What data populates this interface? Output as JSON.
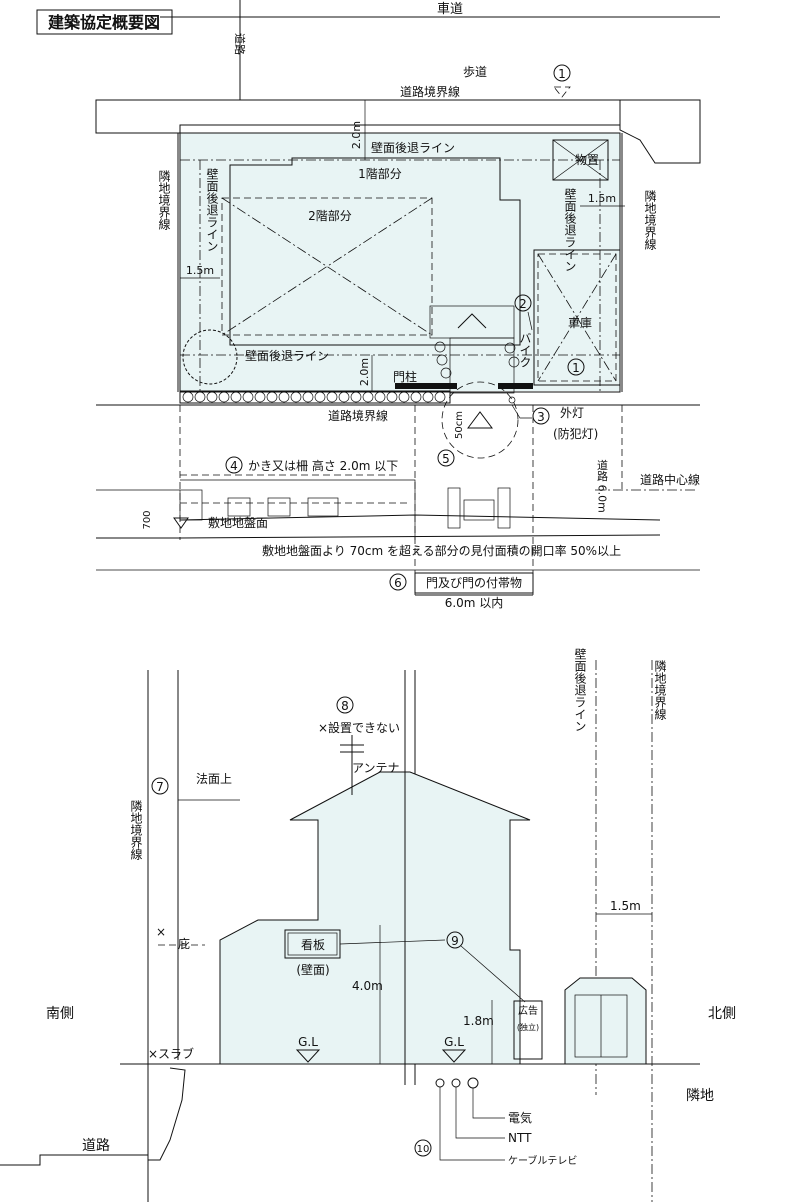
{
  "title": "建築協定概要図",
  "plan": {
    "road": "車道",
    "road_side": "道路",
    "sidewalk": "歩道",
    "road_boundary_top": "道路境界線",
    "road_boundary_bottom": "道路境界線",
    "neighbor_left": "隣地境界線",
    "neighbor_right": "隣地境界線",
    "setback_top": "壁面後退ライン",
    "setback_left": "壁面後退ライン",
    "setback_right": "壁面後退ライン",
    "setback_bottom": "壁面後退ライン",
    "dim_2m_top": "2.0m",
    "dim_15_left": "1.5m",
    "dim_15_right": "1.5m",
    "dim_2m_bottom": "2.0m",
    "first_floor": "1階部分",
    "second_floor": "2階部分",
    "storage": "物置",
    "garage": "車庫",
    "bike": "バイク",
    "gate_post": "門柱",
    "outdoor_light": "外灯",
    "crime_light": "(防犯灯)",
    "dim_50cm": "50cm",
    "n1": "1",
    "n2": "2",
    "n3": "3",
    "n5": "5"
  },
  "section": {
    "n4": "4",
    "fence_text": "かき又は柵 高さ 2.0m 以下",
    "road_center": "道路中心線",
    "road_width": "道路 6.0m",
    "ground_level": "敷地地盤面",
    "dim_700": "700",
    "opening_text": "敷地地盤面より 70cm を超える部分の見付面積の開口率 50%以上",
    "n6": "6",
    "gate_accessory": "門及び門の付帯物",
    "within_6m": "6.0m 以内"
  },
  "elevation": {
    "n7": "7",
    "slope_top": "法面上",
    "n8": "8",
    "cannot_install": "×設置できない",
    "antenna": "アンテナ",
    "neighbor_boundary_left": "隣地境界線",
    "setback_line": "壁面後退ライン",
    "neighbor_boundary_right": "隣地境界線",
    "dim_15": "1.5m",
    "eave": "庇",
    "eave_x": "×",
    "signboard": "看板",
    "wall_surface": "(壁面)",
    "n9": "9",
    "height_4": "4.0m",
    "height_18": "1.8m",
    "ad": "広告",
    "independent": "(独立)",
    "south": "南側",
    "north": "北側",
    "slab": "×スラブ",
    "gl_left": "G.L",
    "gl_right": "G.L",
    "neighbor_land": "隣地",
    "road": "道路",
    "electric": "電気",
    "ntt": "NTT",
    "cable_tv": "ケーブルテレビ",
    "n10": "10"
  }
}
